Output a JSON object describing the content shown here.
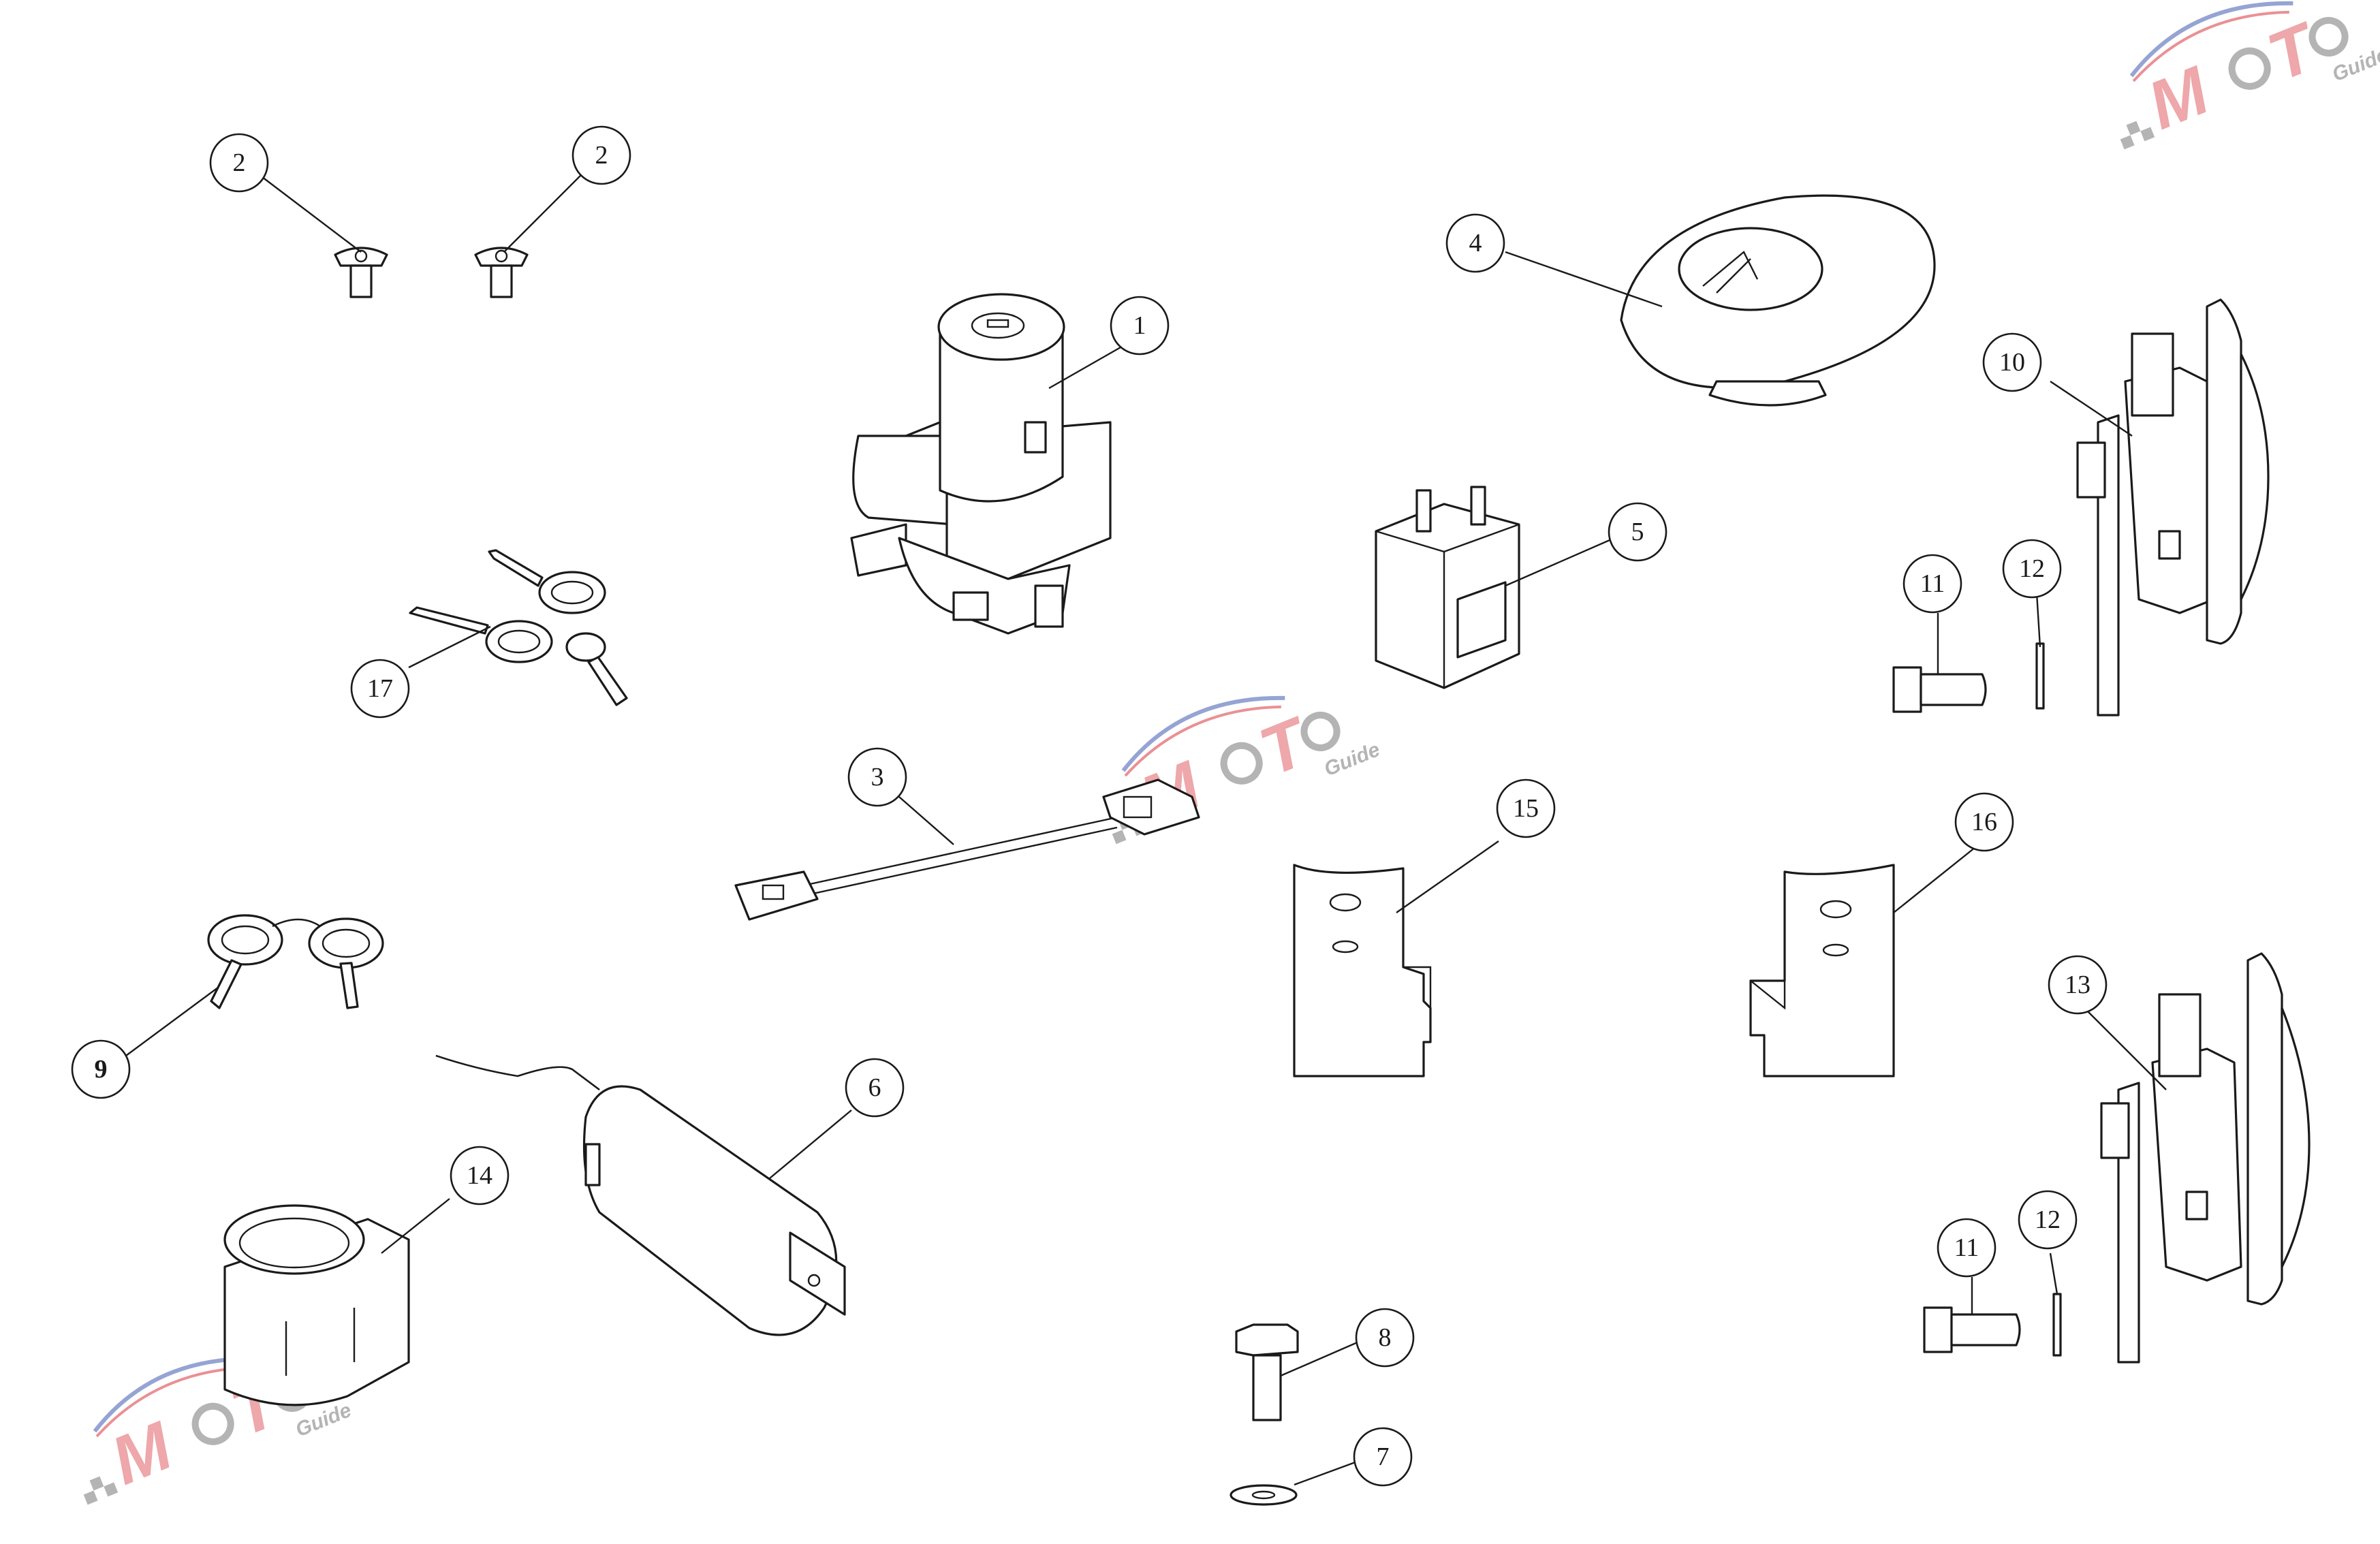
{
  "callouts": [
    {
      "label": "1"
    },
    {
      "label": "2"
    },
    {
      "label": "2"
    },
    {
      "label": "3"
    },
    {
      "label": "4"
    },
    {
      "label": "5"
    },
    {
      "label": "6"
    },
    {
      "label": "7"
    },
    {
      "label": "8"
    },
    {
      "label": "9"
    },
    {
      "label": "10"
    },
    {
      "label": "11"
    },
    {
      "label": "12"
    },
    {
      "label": "11"
    },
    {
      "label": "12"
    },
    {
      "label": "13"
    },
    {
      "label": "14"
    },
    {
      "label": "15"
    },
    {
      "label": "16"
    },
    {
      "label": "17"
    }
  ],
  "parts": [
    "ignition-switch",
    "screw",
    "screw",
    "wiring-harness",
    "fuel-cap",
    "relay",
    "ignition-coil",
    "washer",
    "bolt",
    "key-set",
    "horn",
    "bolt",
    "spacer",
    "bolt",
    "spacer",
    "horn",
    "lock-bracket",
    "mounting-bracket-left",
    "mounting-bracket-right",
    "key-set"
  ],
  "watermark": {
    "brand": "MOTO",
    "tagline": "Guide",
    "colors": {
      "accent_red": "#d9363e",
      "accent_blue": "#3f5bb0",
      "gray": "#777777"
    }
  }
}
